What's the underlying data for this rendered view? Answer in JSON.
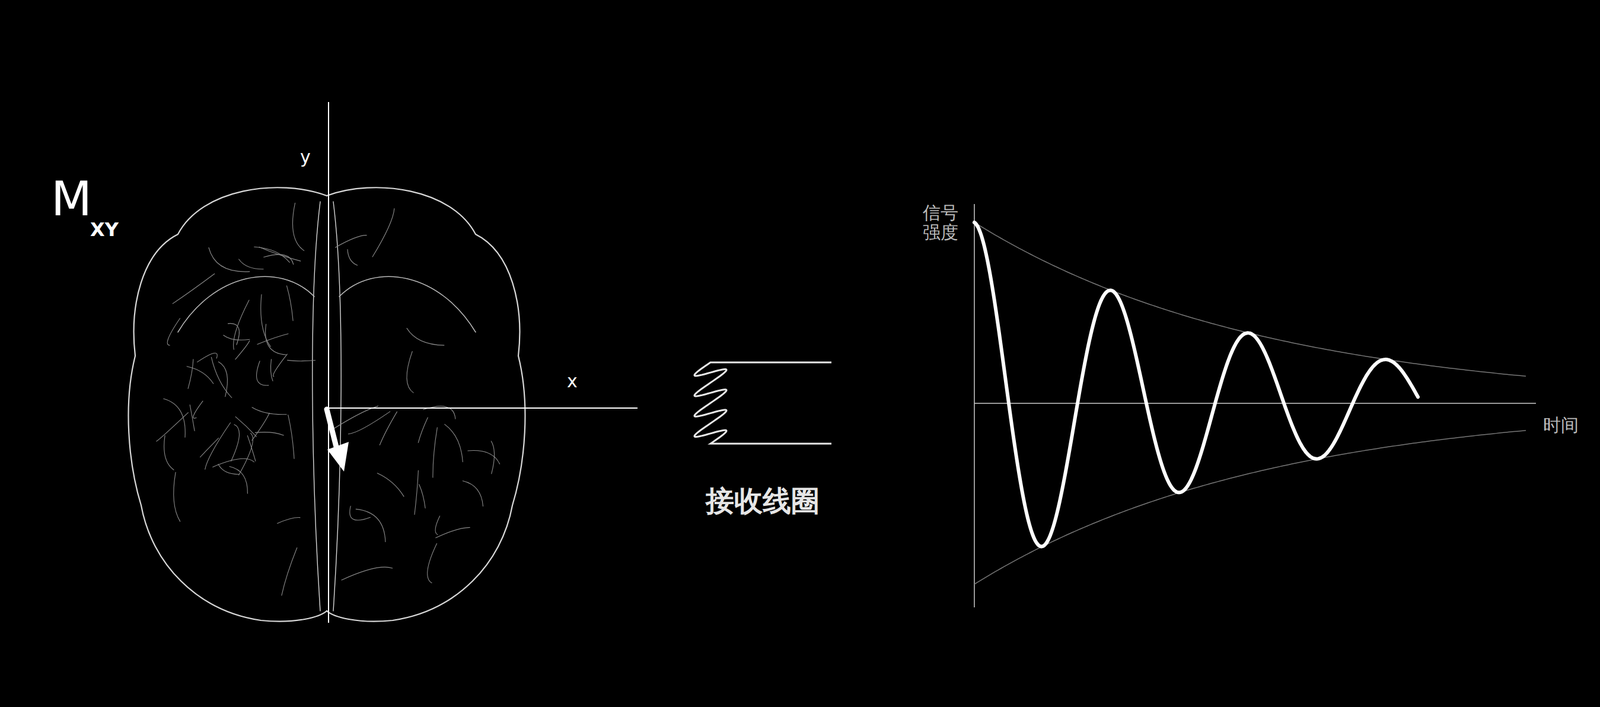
{
  "diagram": {
    "labels": [
      "M",
      "XY",
      "y",
      "x",
      "接收线圈",
      "信号 强度",
      "时间"
    ]
  }
}
